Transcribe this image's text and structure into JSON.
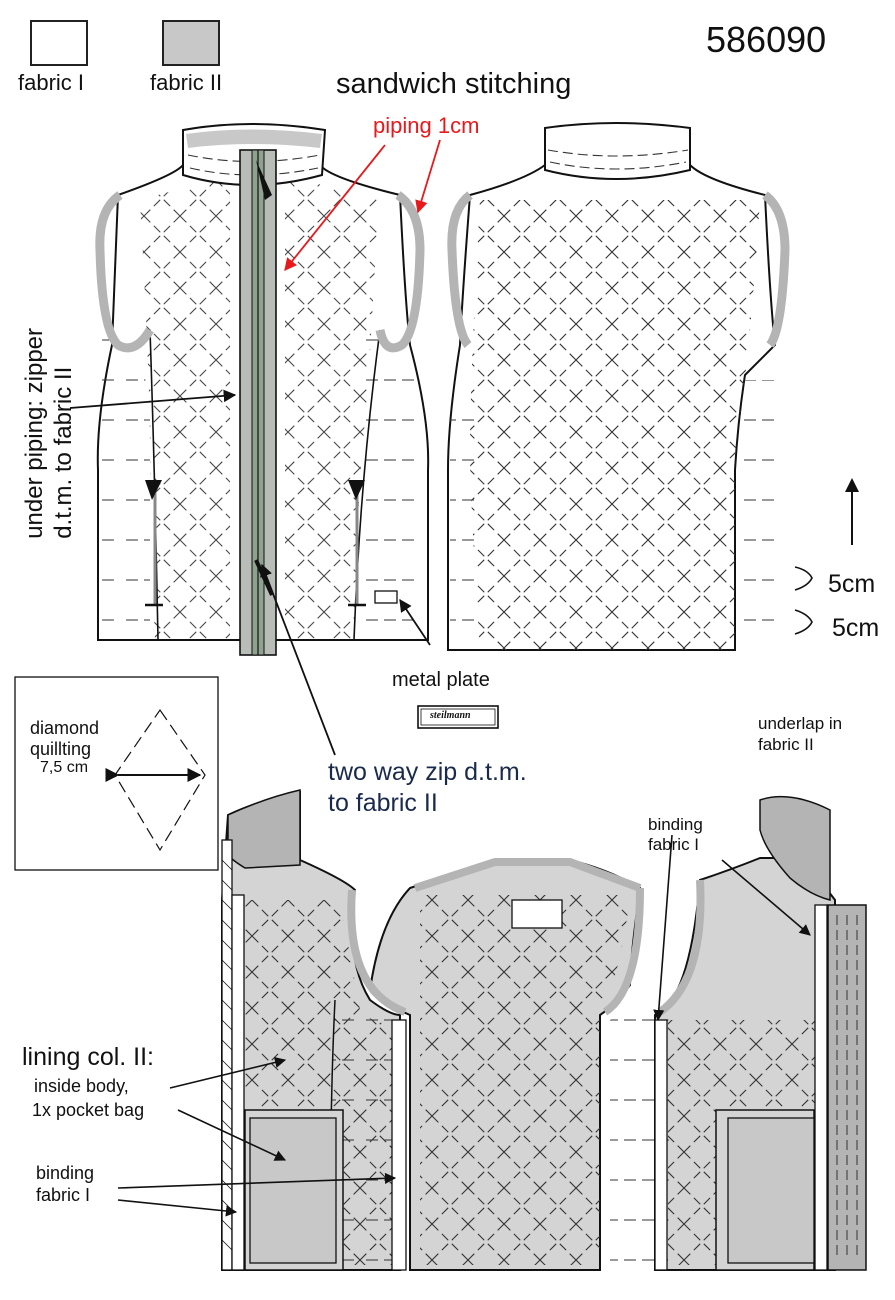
{
  "style_number": "586090",
  "legend": {
    "fabric1_label": "fabric I",
    "fabric2_label": "fabric II",
    "fabric1_color": "#ffffff",
    "fabric2_color": "#c8c8c8"
  },
  "title": "sandwich stitching",
  "labels": {
    "piping": "piping 1cm",
    "under_piping_line1": "under piping:  zipper",
    "under_piping_line2": "d.t.m. to fabric II",
    "measure_top": "5cm",
    "measure_bottom": "5cm",
    "metal_plate": "metal plate",
    "plate_brand": "steilmann",
    "zip_line1": "two way zip d.t.m.",
    "zip_line2": "to fabric II",
    "diamond_line1": "diamond",
    "diamond_line2": "quillting",
    "diamond_line3": "7,5 cm",
    "underlap_line1": "underlap in",
    "underlap_line2": "fabric II",
    "binding_top_line1": "binding",
    "binding_top_line2": "fabric I",
    "lining_heading": "lining col. II:",
    "lining_line1": "inside body,",
    "lining_line2": "1x pocket bag",
    "binding_bottom_line1": "binding",
    "binding_bottom_line2": "fabric I"
  },
  "colors": {
    "piping": "#e8191c",
    "zip_callout": "#1a2a4a",
    "lining": "#d4d4d4",
    "trim": "#b4b4b4"
  }
}
